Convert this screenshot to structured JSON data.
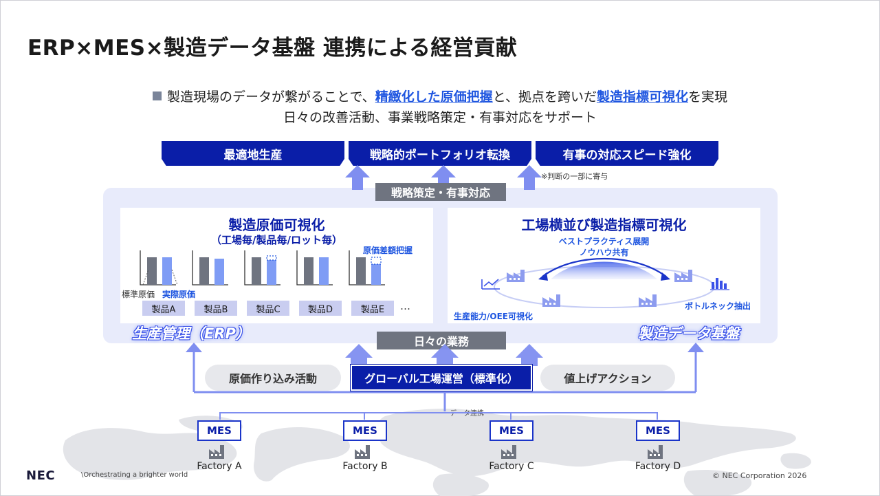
{
  "title": "ERP×MES×製造データ基盤 連携による経営貢献",
  "subtitle": {
    "line1_pre": "製造現場のデータが繋がることで、",
    "line1_hl1": "精緻化した原価把握",
    "line1_mid": "と、拠点を跨いだ",
    "line1_hl2": "製造指標可視化",
    "line1_post": "を実現",
    "line2": "日々の改善活動、事業戦略策定・有事対応をサポート"
  },
  "top_boxes": [
    "最適地生産",
    "戦略的ポートフォリオ転換",
    "有事の対応スピード強化"
  ],
  "note": "※判断の一部に寄与",
  "strategy_bar": "戦略策定・有事対応",
  "left_panel": {
    "title": "製造原価可視化",
    "subtitle": "（工場毎/製品毎/ロット毎）",
    "diff_label": "原価差額把握",
    "legend_std": "標準原価",
    "legend_act": "実際原価",
    "products": [
      "製品A",
      "製品B",
      "製品C",
      "製品D",
      "製品E"
    ],
    "ellipsis": "…",
    "system_label": "生産管理（ERP）"
  },
  "right_panel": {
    "title": "工場横並び製造指標可視化",
    "best_practice_1": "ベストプラクティス展開",
    "best_practice_2": "ノウハウ共有",
    "capacity_label": "生産能力/OEE可視化",
    "bottleneck_label": "ボトルネック抽出",
    "system_label": "製造データ基盤"
  },
  "daily_bar": "日々の業務",
  "pills": {
    "left": "原価作り込み活動",
    "center": "グローバル工場運営（標準化）",
    "right": "値上げアクション"
  },
  "data_link": "データ連携",
  "factories": [
    {
      "mes": "MES",
      "name": "Factory A"
    },
    {
      "mes": "MES",
      "name": "Factory B"
    },
    {
      "mes": "MES",
      "name": "Factory C"
    },
    {
      "mes": "MES",
      "name": "Factory D"
    }
  ],
  "footer": {
    "logo": "NEC",
    "tagline": "\\Orchestrating a brighter world",
    "copyright": "© NEC Corporation 2026"
  },
  "colors": {
    "navy": "#0a1ea8",
    "accent": "#1f56e0",
    "arrow": "#7f8ef0",
    "panel": "#e8ebfb",
    "gray_bar": "#6f7480"
  }
}
